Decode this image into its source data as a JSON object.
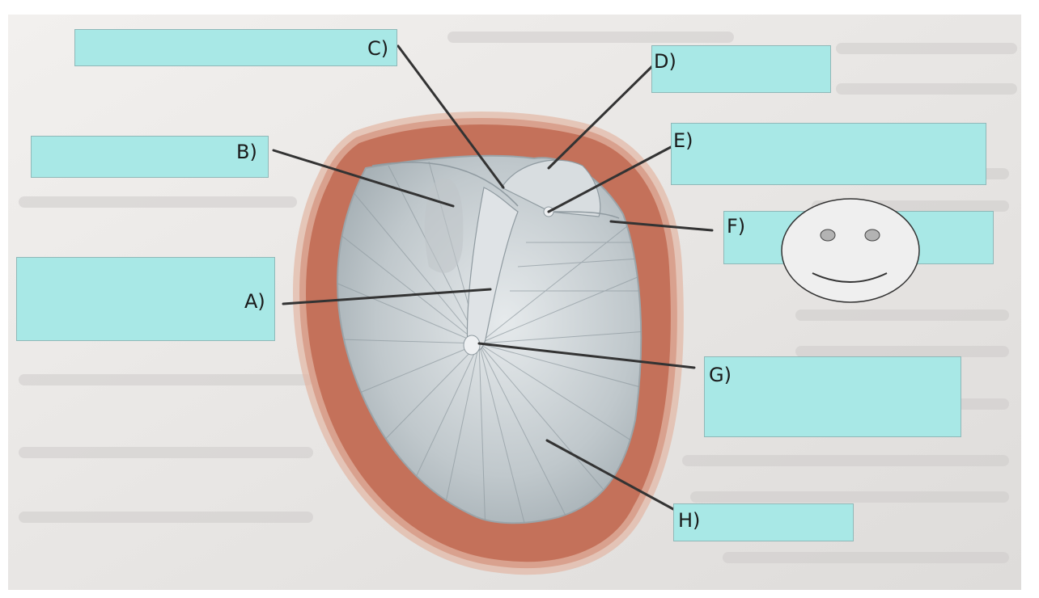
{
  "labels": {
    "a": "A)",
    "b": "B)",
    "c": "C)",
    "d": "D)",
    "e": "E)",
    "f": "F)",
    "g": "G)",
    "h": "H)"
  },
  "colors": {
    "answer_box": "#a8e8e6",
    "membrane": "#c5ccd0",
    "canal_ring": "#c98a74",
    "paper": "#e8e6e3"
  }
}
